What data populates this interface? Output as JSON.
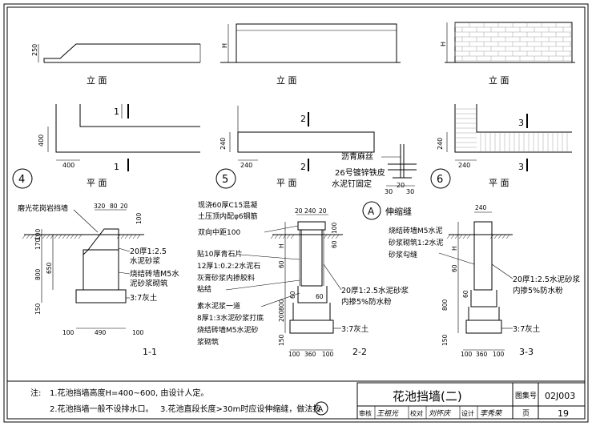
{
  "views": {
    "v4": {
      "elev_label": "立 面",
      "plan_label": "平 面",
      "number": "4",
      "dim_h": "250",
      "dim_w": "400",
      "dim_plan_h": "400",
      "section_mark": "1",
      "section_mark_b": "1"
    },
    "v5": {
      "elev_label": "立 面",
      "plan_label": "平 面",
      "number": "5",
      "dim_h": "H",
      "dim_plan_h": "240",
      "dim_w": "240",
      "section_mark": "2",
      "section_mark_b": "2"
    },
    "v6": {
      "elev_label": "立 面",
      "plan_label": "平 面",
      "number": "6",
      "dim_h": "H",
      "dim_plan_h": "240",
      "dim_w": "240",
      "section_mark": "3",
      "section_mark_b": "3"
    }
  },
  "joint": {
    "circle_letter": "A",
    "title": "伸缩缝",
    "note_asphalt": "沥青麻丝",
    "note_sheet": "26号镀锌铁皮",
    "note_nail": "水泥钉固定",
    "dims": [
      "30",
      "30",
      "20"
    ]
  },
  "section_1_1": {
    "title": "1-1",
    "note_stone": "磨光花岗岩挡墙",
    "note_mortar": "20厚1:2.5",
    "note_mortar2": "水泥砂浆",
    "note_brick": "烧结砖墙M5水",
    "note_brick2": "泥砂浆砌筑",
    "note_soil": "3:7灰土",
    "dims_top": [
      "320",
      "80",
      "20"
    ],
    "dims_left": [
      "100",
      "170",
      "650",
      "800",
      "150"
    ],
    "dims_bottom": [
      "100",
      "490",
      "100"
    ],
    "dim_right": "100"
  },
  "section_2_2": {
    "title": "2-2",
    "note_concrete_1": "现浇60厚C15混凝",
    "note_concrete_2": "土压顶内配φ6钢筋",
    "note_concrete_3": "双向中距100",
    "note_tile_1": "贴10厚青石片",
    "note_tile_2": "12厚1:0.2:2水泥石",
    "note_tile_3": "灰膏砂浆内掺胶料",
    "note_tile_4": "粘结",
    "note_slurry_1": "素水泥浆一道",
    "note_slurry_2": "8厚1:3水泥砂浆打底",
    "note_slurry_3": "烧结砖墙M5水泥砂",
    "note_slurry_4": "浆砌筑",
    "note_right_1": "20厚1:2.5水泥砂浆",
    "note_right_2": "内掺5%防水粉",
    "note_soil": "3:7灰土",
    "dims_top": [
      "20",
      "240",
      "20"
    ],
    "dims_left": [
      "H",
      "60",
      "60",
      "800",
      "200",
      "150"
    ],
    "dims_bottom": [
      "100",
      "360",
      "100"
    ],
    "dims_right": [
      "100",
      "60"
    ]
  },
  "section_3_3": {
    "title": "3-3",
    "note_brick_1": "烧结砖墙M5水泥",
    "note_brick_2": "砂浆砌筑1:2水泥",
    "note_brick_3": "砂浆勾缝",
    "note_right_1": "20厚1:2.5水泥砂浆",
    "note_right_2": "内掺5%防水粉",
    "note_soil": "3:7灰土",
    "dims_top": [
      "240"
    ],
    "dims_left": [
      "H",
      "60",
      "60",
      "800",
      "150"
    ],
    "dims_bottom": [
      "100",
      "360",
      "100"
    ]
  },
  "notes": {
    "label": "注:",
    "n1": "1.花池挡墙高度H=400~600, 由设计人定。",
    "n2": "2.花池挡墙一般不设排水口。",
    "n3": "3.花池直段长度>30m时应设伸缩缝，做法按",
    "n3_ref": "A"
  },
  "title_block": {
    "title": "花池挡墙(二)",
    "atlas_label": "图集号",
    "atlas_no": "02J003",
    "review_label": "审核",
    "review_name": "王祖光",
    "check_label": "校对",
    "check_name": "刘怀庆",
    "design_label": "设计",
    "design_name": "李秀荣",
    "page_label": "页",
    "page_no": "19"
  }
}
